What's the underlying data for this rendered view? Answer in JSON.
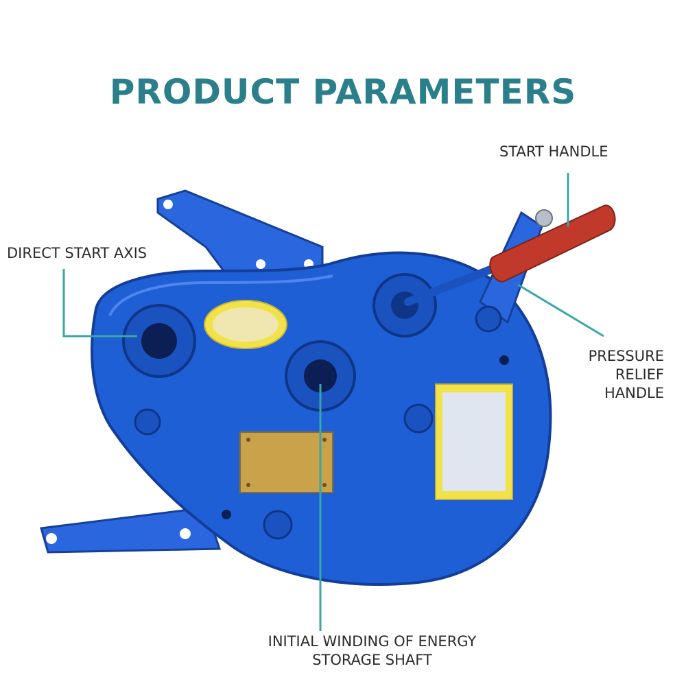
{
  "title": "PRODUCT PARAMETERS",
  "callouts": {
    "start_handle": "START HANDLE",
    "direct_start_axis": "DIRECT START AXIS",
    "pressure_relief_line1": "PRESSURE",
    "pressure_relief_line2": "RELIEF",
    "pressure_relief_line3": "HANDLE",
    "energy_shaft_line1": "INITIAL WINDING OF ENERGY",
    "energy_shaft_line2": "STORAGE SHAFT"
  },
  "colors": {
    "title": "#2a7f8a",
    "leader_line": "#3aa6a8",
    "body_blue": "#1f5fd6",
    "handle_grip": "#c0392b",
    "label_plate": "#c9a24a",
    "sticker": "#f2e24a"
  }
}
